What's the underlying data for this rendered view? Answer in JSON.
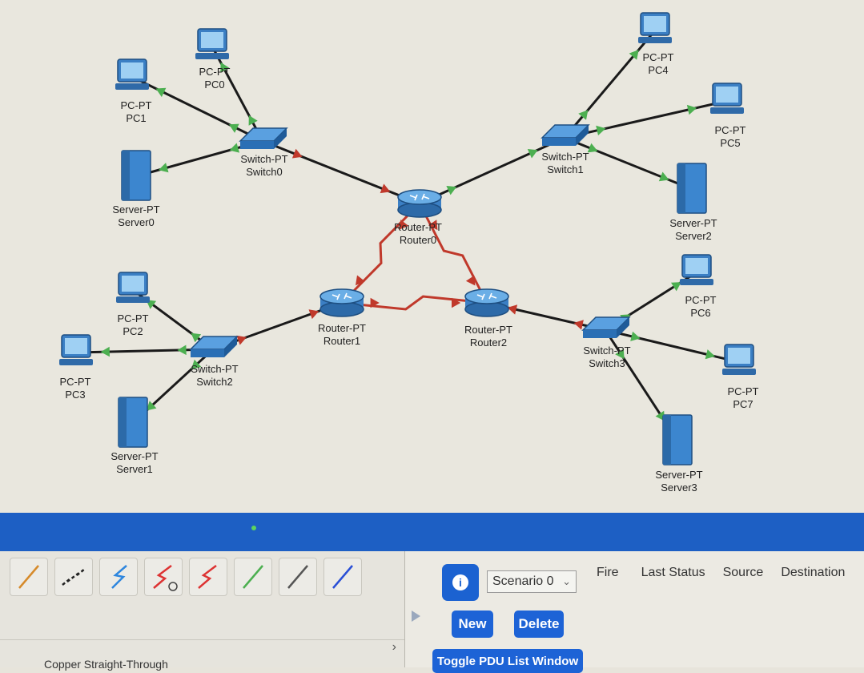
{
  "workspace": {
    "devices": [
      {
        "id": "pc0",
        "type": "pc",
        "label1": "PC-PT",
        "label2": "PC0"
      },
      {
        "id": "pc1",
        "type": "pc",
        "label1": "PC-PT",
        "label2": "PC1"
      },
      {
        "id": "server0",
        "type": "server",
        "label1": "Server-PT",
        "label2": "Server0"
      },
      {
        "id": "switch0",
        "type": "switch",
        "label1": "Switch-PT",
        "label2": "Switch0"
      },
      {
        "id": "pc4",
        "type": "pc",
        "label1": "PC-PT",
        "label2": "PC4"
      },
      {
        "id": "pc5",
        "type": "pc",
        "label1": "PC-PT",
        "label2": "PC5"
      },
      {
        "id": "server2",
        "type": "server",
        "label1": "Server-PT",
        "label2": "Server2"
      },
      {
        "id": "switch1",
        "type": "switch",
        "label1": "Switch-PT",
        "label2": "Switch1"
      },
      {
        "id": "router0",
        "type": "router",
        "label1": "Router-PT",
        "label2": "Router0"
      },
      {
        "id": "router1",
        "type": "router",
        "label1": "Router-PT",
        "label2": "Router1"
      },
      {
        "id": "router2",
        "type": "router",
        "label1": "Router-PT",
        "label2": "Router2"
      },
      {
        "id": "pc2",
        "type": "pc",
        "label1": "PC-PT",
        "label2": "PC2"
      },
      {
        "id": "pc3",
        "type": "pc",
        "label1": "PC-PT",
        "label2": "PC3"
      },
      {
        "id": "server1",
        "type": "server",
        "label1": "Server-PT",
        "label2": "Server1"
      },
      {
        "id": "switch2",
        "type": "switch",
        "label1": "Switch-PT",
        "label2": "Switch2"
      },
      {
        "id": "pc6",
        "type": "pc",
        "label1": "PC-PT",
        "label2": "PC6"
      },
      {
        "id": "pc7",
        "type": "pc",
        "label1": "PC-PT",
        "label2": "PC7"
      },
      {
        "id": "server3",
        "type": "server",
        "label1": "Server-PT",
        "label2": "Server3"
      },
      {
        "id": "switch3",
        "type": "switch",
        "label1": "Switch-PT",
        "label2": "Switch3"
      }
    ],
    "links": [
      {
        "a": "pc0",
        "b": "switch0",
        "kind": "copper",
        "status": "up"
      },
      {
        "a": "pc1",
        "b": "switch0",
        "kind": "copper",
        "status": "up"
      },
      {
        "a": "server0",
        "b": "switch0",
        "kind": "copper",
        "status": "up"
      },
      {
        "a": "switch0",
        "b": "router0",
        "kind": "copper",
        "status": "down"
      },
      {
        "a": "pc4",
        "b": "switch1",
        "kind": "copper",
        "status": "up"
      },
      {
        "a": "pc5",
        "b": "switch1",
        "kind": "copper",
        "status": "up"
      },
      {
        "a": "server2",
        "b": "switch1",
        "kind": "copper",
        "status": "up"
      },
      {
        "a": "switch1",
        "b": "router0",
        "kind": "copper",
        "status": "up"
      },
      {
        "a": "router0",
        "b": "router1",
        "kind": "serial",
        "status": "down"
      },
      {
        "a": "router0",
        "b": "router2",
        "kind": "serial",
        "status": "down"
      },
      {
        "a": "router1",
        "b": "router2",
        "kind": "serial",
        "status": "down"
      },
      {
        "a": "pc2",
        "b": "switch2",
        "kind": "copper",
        "status": "up"
      },
      {
        "a": "pc3",
        "b": "switch2",
        "kind": "copper",
        "status": "up"
      },
      {
        "a": "server1",
        "b": "switch2",
        "kind": "copper",
        "status": "up"
      },
      {
        "a": "switch2",
        "b": "router1",
        "kind": "copper",
        "status": "down"
      },
      {
        "a": "pc6",
        "b": "switch3",
        "kind": "copper",
        "status": "up"
      },
      {
        "a": "pc7",
        "b": "switch3",
        "kind": "copper",
        "status": "up"
      },
      {
        "a": "server3",
        "b": "switch3",
        "kind": "copper",
        "status": "up"
      },
      {
        "a": "switch3",
        "b": "router2",
        "kind": "copper",
        "status": "down"
      }
    ]
  },
  "colors": {
    "link_up": "#4caf50",
    "link_down": "#c0392b",
    "serial": "#c0392b",
    "copper": "#1a1a1a",
    "accent": "#1d5fc4"
  },
  "connections_panel": {
    "items": [
      {
        "icon": "copper-straight-icon",
        "color": "#d68a2a"
      },
      {
        "icon": "console-icon",
        "color": "#222"
      },
      {
        "icon": "copper-cross-icon",
        "color": "#2e86de"
      },
      {
        "icon": "serial-dce-icon",
        "color": "#d33"
      },
      {
        "icon": "serial-dte-icon",
        "color": "#d33"
      },
      {
        "icon": "fiber-icon",
        "color": "#4caf50"
      },
      {
        "icon": "phone-icon",
        "color": "#555"
      },
      {
        "icon": "coaxial-icon",
        "color": "#2a4fd6"
      }
    ],
    "selected_name": "Copper Straight-Through"
  },
  "simulation": {
    "scenario": "Scenario 0",
    "new_label": "New",
    "delete_label": "Delete",
    "toggle_label": "Toggle PDU List Window",
    "info_label": "i"
  },
  "pdu_list": {
    "headers": [
      "Fire",
      "Last Status",
      "Source",
      "Destination"
    ]
  }
}
